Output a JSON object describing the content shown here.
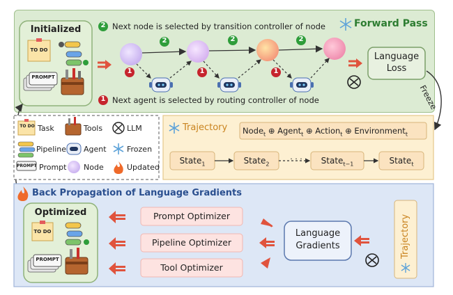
{
  "forward": {
    "title": "Forward Pass",
    "step2_text": "Next node is selected by transition controller of node",
    "step1_text": "Next agent is selected by routing controller of node",
    "step2_num": "2",
    "step1_num": "1",
    "loss_label_line1": "Language",
    "loss_label_line2": "Loss"
  },
  "initialized": {
    "title": "Initialized",
    "todo": "TO DO",
    "prompt": "PROMPT"
  },
  "freeze_label": "Freeze",
  "legend": {
    "items": [
      {
        "label": "Task",
        "icon": "todo-icon"
      },
      {
        "label": "Tools",
        "icon": "toolbox-icon"
      },
      {
        "label": "LLM",
        "icon": "openai-icon"
      },
      {
        "label": "Pipeline",
        "icon": "pipeline-icon"
      },
      {
        "label": "Agent",
        "icon": "robot-icon"
      },
      {
        "label": "Frozen",
        "icon": "snowflake-icon"
      },
      {
        "label": "Prompt",
        "icon": "prompt-icon"
      },
      {
        "label": "Node",
        "icon": "node-icon"
      },
      {
        "label": "Updated",
        "icon": "fire-icon"
      }
    ],
    "todo_text": "TO DO",
    "prompt_text": "PROMPT"
  },
  "trajectory": {
    "title": "Trajectory",
    "formula": {
      "node": "Node",
      "agent": "Agent",
      "action": "Action",
      "environment": "Environment",
      "sub": "t",
      "oplus": "⊕"
    },
    "states": [
      {
        "base": "State",
        "sub": "1"
      },
      {
        "base": "State",
        "sub": "2"
      },
      {
        "base": "State",
        "sub": "t−1"
      },
      {
        "base": "State",
        "sub": "t"
      }
    ],
    "dots": "· · ·"
  },
  "backprop": {
    "title": "Back Propagation of Language Gradients",
    "optimized_title": "Optimized",
    "optimizers": [
      "Prompt Optimizer",
      "Pipeline Optimizer",
      "Tool Optimizer"
    ],
    "gradients_line1": "Language",
    "gradients_line2": "Gradients",
    "trajectory_vertical": "Trajectory"
  },
  "colors": {
    "forward_bg": "#dcebd3",
    "forward_border": "#9fbf8c",
    "trajectory_bg": "#fdf0d2",
    "trajectory_border": "#e5c98a",
    "backprop_bg": "#dde7f6",
    "backprop_border": "#9fb5d8",
    "optimizer_bg": "#fde3e1",
    "arrow_red": "#e0533d",
    "green_badge": "#2e9d3a",
    "red_badge": "#c6242d"
  }
}
